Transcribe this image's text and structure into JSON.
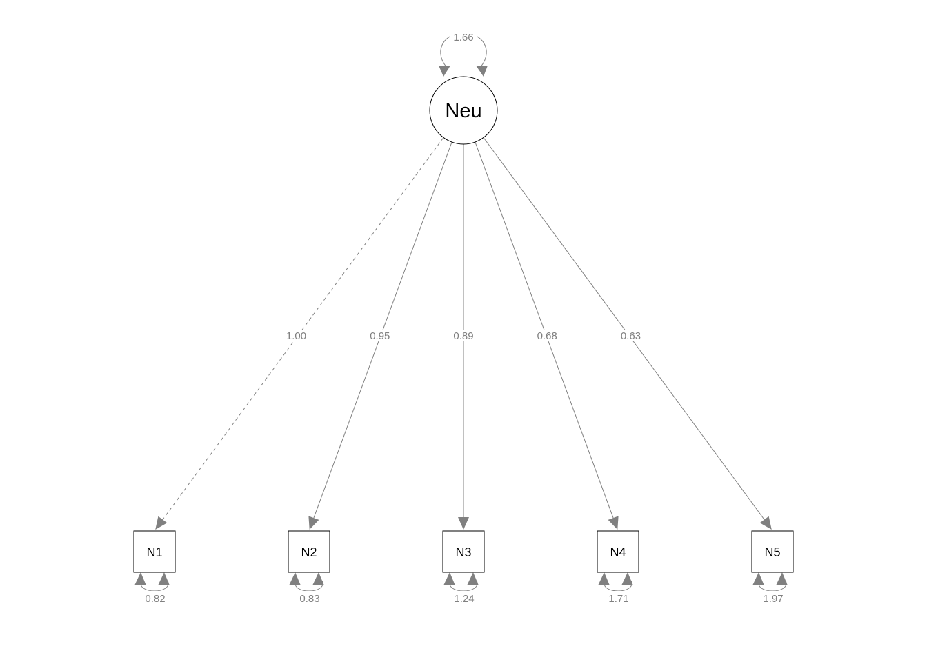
{
  "diagram": {
    "latent": {
      "label": "Neu",
      "variance": "1.66"
    },
    "indicators": [
      {
        "label": "N1",
        "loading": "1.00",
        "fixed": true,
        "residual": "0.82"
      },
      {
        "label": "N2",
        "loading": "0.95",
        "fixed": false,
        "residual": "0.83"
      },
      {
        "label": "N3",
        "loading": "0.89",
        "fixed": false,
        "residual": "1.24"
      },
      {
        "label": "N4",
        "loading": "0.68",
        "fixed": false,
        "residual": "1.71"
      },
      {
        "label": "N5",
        "loading": "0.63",
        "fixed": false,
        "residual": "1.97"
      }
    ],
    "colors": {
      "edge": "#808080",
      "node_border": "#000000",
      "text": "#000000",
      "background": "#ffffff"
    }
  }
}
